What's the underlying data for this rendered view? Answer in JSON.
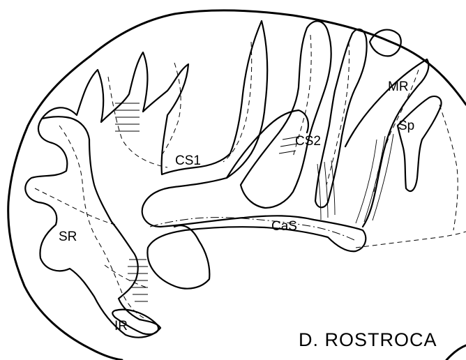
{
  "figure": {
    "labels": {
      "cs1": "CS1",
      "cs2": "CS2",
      "mr": "MR",
      "sp": "Sp",
      "sr": "SR",
      "cas": "CaS",
      "ir": "IR"
    },
    "caption": "D. ROSTROCA"
  }
}
